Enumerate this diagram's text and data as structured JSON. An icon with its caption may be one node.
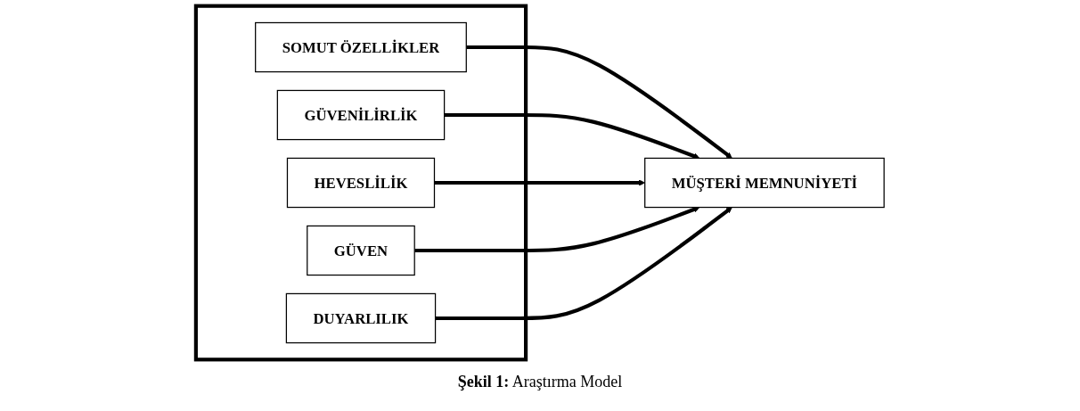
{
  "diagram": {
    "caption": "**Şekil 1:** Araştırma Model",
    "nodes": [
      {
        "text": [],
        "shape": "box"
      },
      {
        "text": [
          "SOMUT ÖZELLİKLER"
        ],
        "in": 0
      },
      {
        "text": [
          "GÜVENİLİRLİK"
        ],
        "in": 0
      },
      {
        "text": [
          "HEVESLİLİK"
        ],
        "in": 0
      },
      {
        "text": [
          "GÜVEN"
        ],
        "in": 0
      },
      {
        "text": [
          "DUYARLILIK"
        ],
        "in": 0
      },
      {
        "text": [
          "MÜŞTERİ MEMNUNİYETİ"
        ]
      }
    ],
    "edges": [
      {
        "from": 1,
        "to": 6,
        "arrow": "to"
      },
      {
        "from": 2,
        "to": 6,
        "arrow": "to"
      },
      {
        "from": 3,
        "to": 6,
        "arrow": "to"
      },
      {
        "from": 4,
        "to": 6,
        "arrow": "to"
      },
      {
        "from": 5,
        "to": 6,
        "arrow": "to"
      }
    ]
  }
}
